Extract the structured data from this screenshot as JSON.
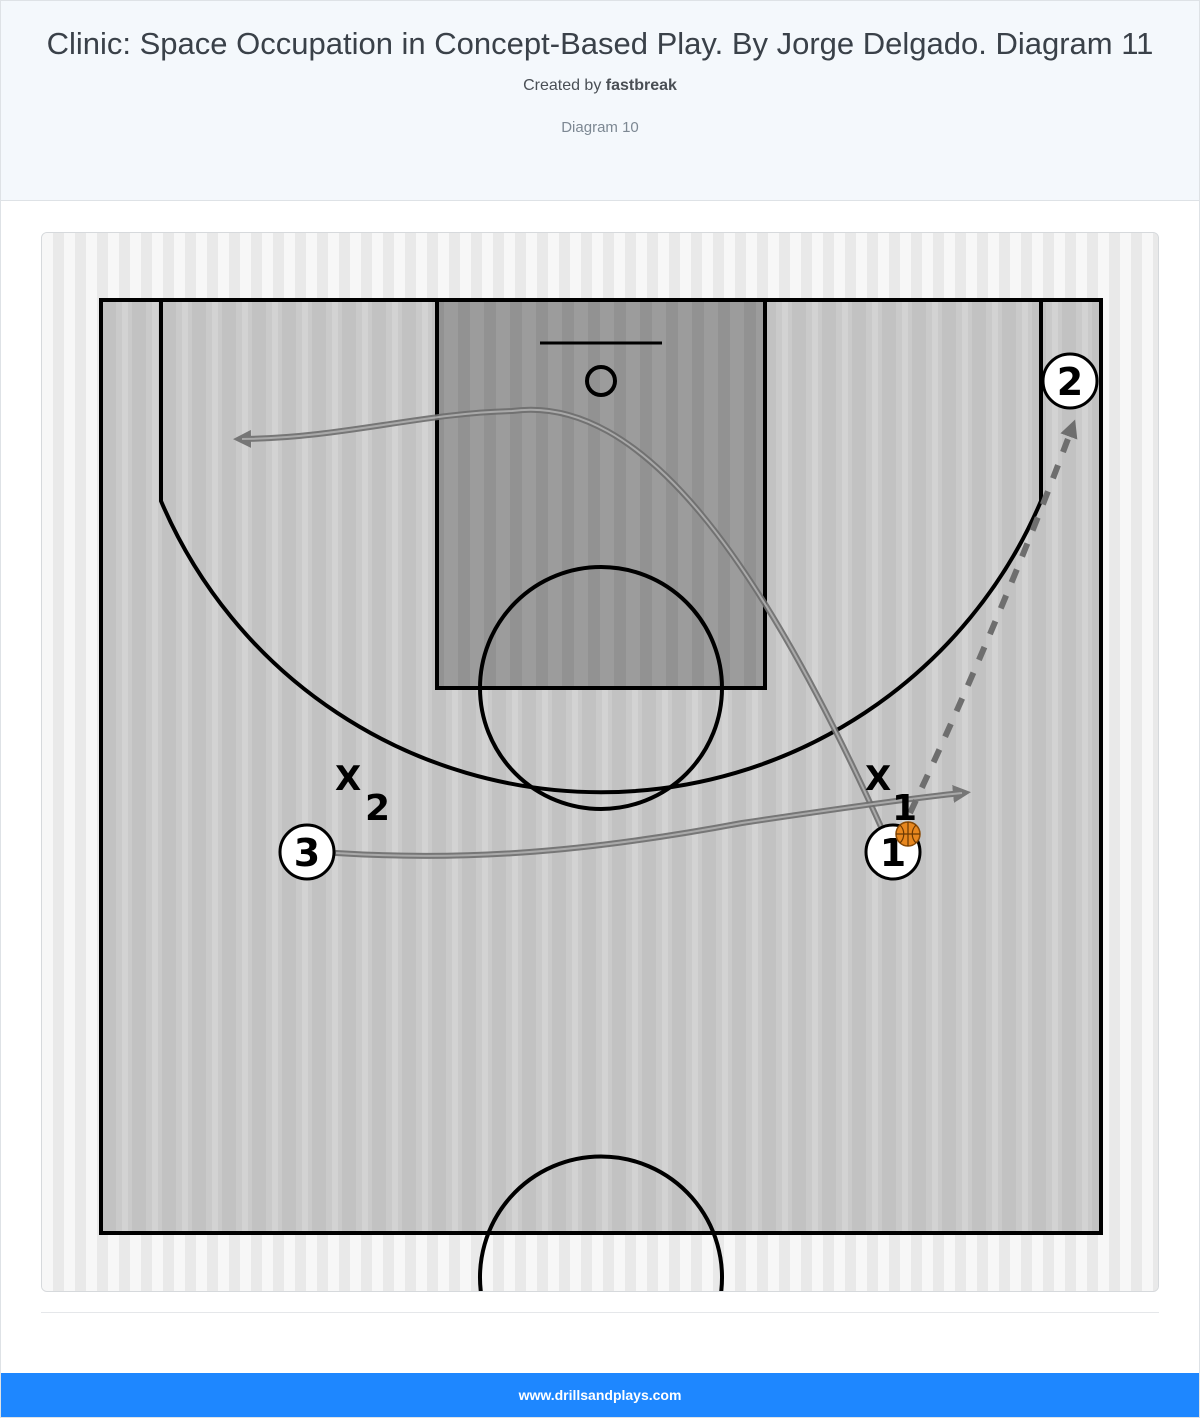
{
  "header": {
    "title": "Clinic: Space Occupation in Concept-Based Play. By Jorge Delgado. Diagram 11",
    "created_prefix": "Created by",
    "author": "fastbreak",
    "subtitle": "Diagram 10"
  },
  "diagram": {
    "players": [
      {
        "label": "1",
        "has_ball": true
      },
      {
        "label": "2",
        "has_ball": false
      },
      {
        "label": "3",
        "has_ball": false
      }
    ],
    "defenders": [
      {
        "mark": "X",
        "sub": "1"
      },
      {
        "mark": "X",
        "sub": "2"
      }
    ],
    "colors": {
      "court": "#c8c8c8",
      "paint": "#9a9a9a",
      "lines": "#000000",
      "movement_arrow": "#6e6e6e",
      "ball": "#e8871e"
    },
    "icons": [
      "basketball-icon",
      "arrowhead-icon"
    ]
  },
  "footer": {
    "text": "www.drillsandplays.com"
  }
}
